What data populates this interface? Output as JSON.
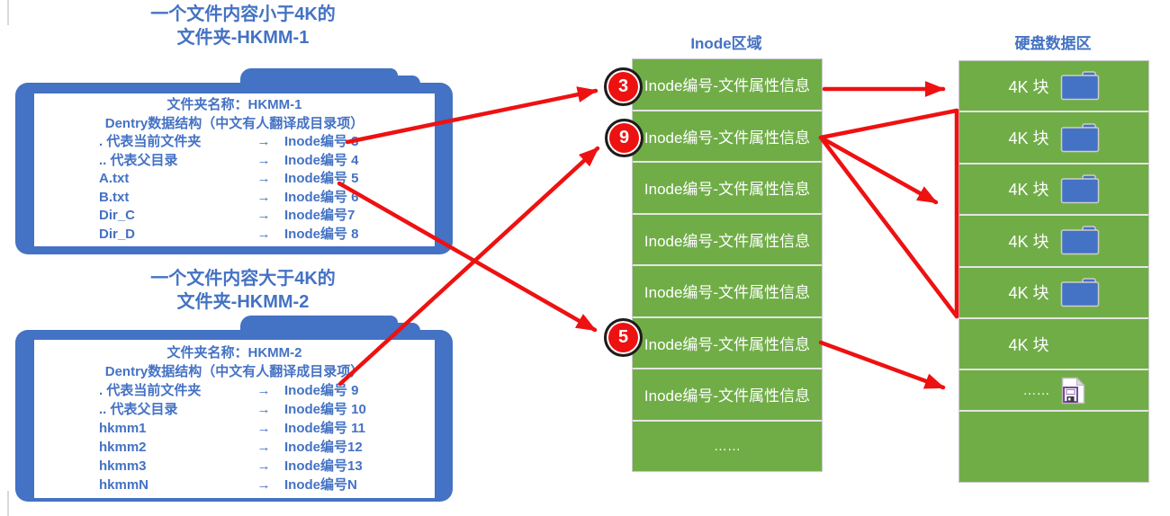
{
  "diagram": {
    "colors": {
      "accent_blue": "#4472C4",
      "cell_green": "#70AD47",
      "arrow_red": "#EE1111",
      "badge_red": "#EE1111",
      "text_white": "#FFFFFF"
    },
    "folders": [
      {
        "title_line1": "一个文件内容小于4K的",
        "title_line2": "文件夹-HKMM-1",
        "header_line1": "文件夹名称：HKMM-1",
        "header_line2": "Dentry数据结构（中文有人翻译成目录项）",
        "arrow_glyph": "→",
        "entries": [
          {
            "name": ". 代表当前文件夹",
            "inode": "Inode编号 3"
          },
          {
            "name": ".. 代表父目录",
            "inode": "Inode编号 4"
          },
          {
            "name": "A.txt",
            "inode": "Inode编号 5"
          },
          {
            "name": "B.txt",
            "inode": "Inode编号 6"
          },
          {
            "name": "Dir_C",
            "inode": "Inode编号7"
          },
          {
            "name": "Dir_D",
            "inode": "Inode编号 8"
          }
        ]
      },
      {
        "title_line1": "一个文件内容大于4K的",
        "title_line2": "文件夹-HKMM-2",
        "header_line1": "文件夹名称：HKMM-2",
        "header_line2": "Dentry数据结构（中文有人翻译成目录项）",
        "arrow_glyph": "→",
        "entries": [
          {
            "name": ". 代表当前文件夹",
            "inode": "Inode编号 9"
          },
          {
            "name": ".. 代表父目录",
            "inode": "Inode编号 10"
          },
          {
            "name": "hkmm1",
            "inode": "Inode编号 11"
          },
          {
            "name": "hkmm2",
            "inode": "Inode编号12"
          },
          {
            "name": "hkmm3",
            "inode": "Inode编号13"
          },
          {
            "name": "hkmmN",
            "inode": "Inode编号N"
          }
        ]
      }
    ],
    "inode_column": {
      "title": "Inode区域",
      "rows": [
        {
          "label": "Inode编号-文件属性信息",
          "badge": "3"
        },
        {
          "label": "Inode编号-文件属性信息",
          "badge": "9"
        },
        {
          "label": "Inode编号-文件属性信息"
        },
        {
          "label": "Inode编号-文件属性信息"
        },
        {
          "label": "Inode编号-文件属性信息"
        },
        {
          "label": "Inode编号-文件属性信息",
          "badge": "5"
        },
        {
          "label": "Inode编号-文件属性信息"
        },
        {
          "label": "……"
        }
      ]
    },
    "disk_column": {
      "title": "硬盘数据区",
      "rows": [
        {
          "label": "4K 块",
          "icon": "folder-icon"
        },
        {
          "label": "4K 块",
          "icon": "folder-icon"
        },
        {
          "label": "4K 块",
          "icon": "folder-icon"
        },
        {
          "label": "4K 块",
          "icon": "folder-icon"
        },
        {
          "label": "4K 块",
          "icon": "folder-icon"
        },
        {
          "label": "4K 块"
        },
        {
          "label": "……",
          "icon": "save-file-icon"
        },
        {
          "label": ""
        }
      ]
    }
  }
}
